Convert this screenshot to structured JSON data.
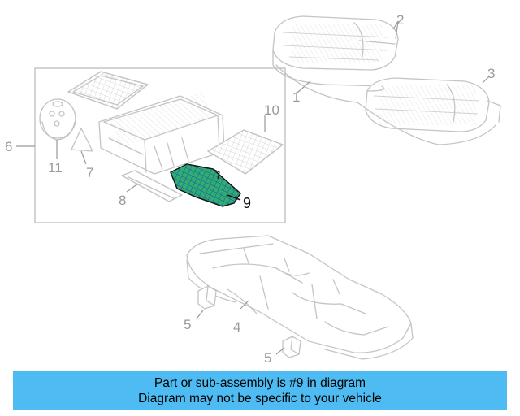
{
  "callouts": {
    "c1": "1",
    "c2": "2",
    "c3": "3",
    "c4": "4",
    "c5a": "5",
    "c5b": "5",
    "c6": "6",
    "c7": "7",
    "c8": "8",
    "c9": "9",
    "c10": "10",
    "c11": "11"
  },
  "highlight": {
    "part_number": "9",
    "fill_color": "#2fae6e",
    "grid_color": "#1f4fb8"
  },
  "banner": {
    "line1": "Part or sub-assembly is #9 in diagram",
    "line2": "Diagram may not be specific to your vehicle",
    "color": "#4ebcf3"
  }
}
